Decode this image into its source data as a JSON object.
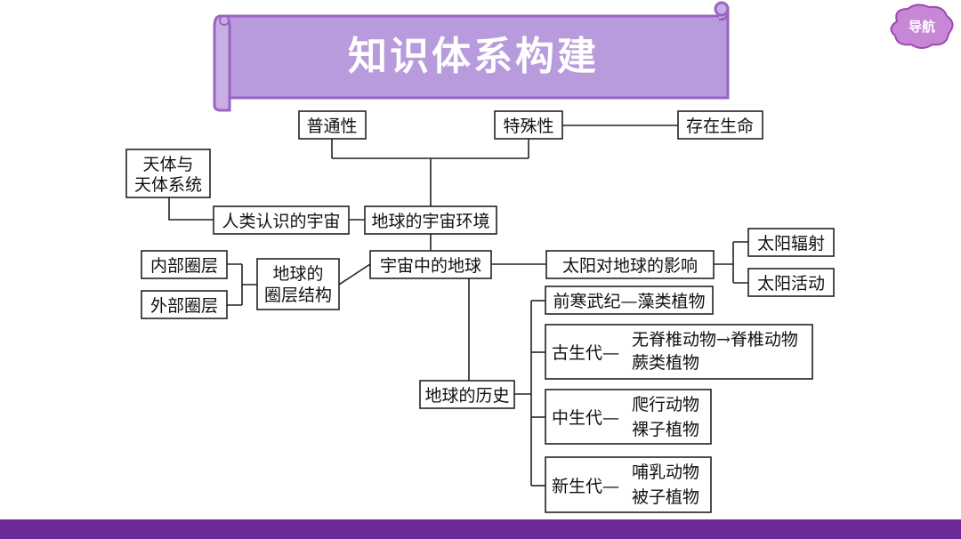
{
  "header": {
    "title": "知识体系构建",
    "nav_label": "导航"
  },
  "colors": {
    "banner_fill": "#b79bdc",
    "banner_stroke": "#9a63c4",
    "footer": "#6b2a96",
    "nav": "#c886d6"
  },
  "map": {
    "universality": "普通性",
    "specialty": "特殊性",
    "life": "存在生命",
    "celestial_line1": "天体与",
    "celestial_line2": "天体系统",
    "human_universe": "人类认识的宇宙",
    "earth_env": "地球的宇宙环境",
    "inner_layers": "内部圈层",
    "outer_layers": "外部圈层",
    "structure_line1": "地球的",
    "structure_line2": "圈层结构",
    "earth_in_universe": "宇宙中的地球",
    "sun_influence": "太阳对地球的影响",
    "solar_radiation": "太阳辐射",
    "solar_activity": "太阳活动",
    "history": "地球的历史",
    "precambrian": "前寒武纪—藻类植物",
    "paleozoic": "古生代—",
    "paleozoic_item1": "无脊椎动物→脊椎动物",
    "paleozoic_item2": "蕨类植物",
    "mesozoic": "中生代—",
    "mesozoic_item1": "爬行动物",
    "mesozoic_item2": "裸子植物",
    "cenozoic": "新生代—",
    "cenozoic_item1": "哺乳动物",
    "cenozoic_item2": "被子植物"
  }
}
